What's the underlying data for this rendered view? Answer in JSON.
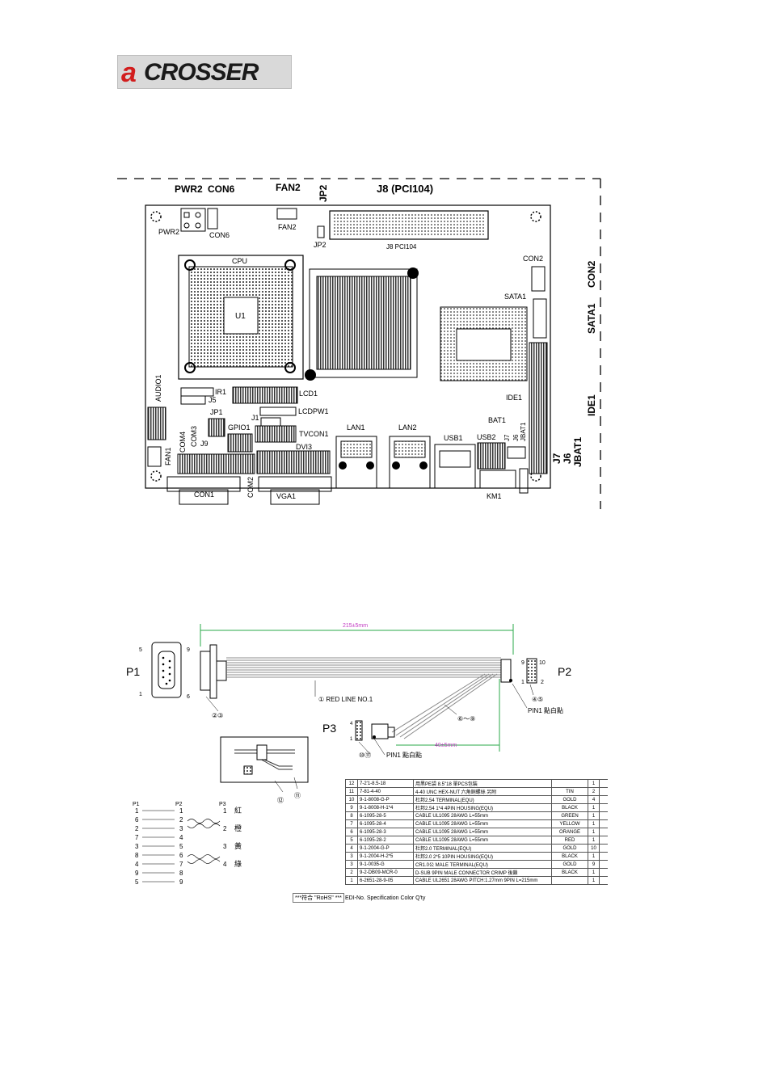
{
  "logo": {
    "first": "a",
    "rest": "CROSSER"
  },
  "board": {
    "top_labels": [
      "PWR2",
      "CON6",
      "FAN2",
      "JP2",
      "J8 (PCI104)"
    ],
    "right_labels": [
      "CON2",
      "SATA1",
      "IDE1",
      "J7",
      "J6",
      "JBAT1"
    ],
    "inner_labels": {
      "pwr2": "PWR2",
      "con6": "CON6",
      "fan2": "FAN2",
      "jp2": "JP2",
      "j8": "J8 PCI104",
      "con2": "CON2",
      "sata1": "SATA1",
      "cpu": "CPU",
      "u1": "U1",
      "ide1": "IDE1",
      "audio1": "AUDIO1",
      "ir1": "IR1",
      "j5": "J5",
      "lcd1": "LCD1",
      "jp1": "JP1",
      "j1": "J1",
      "lcdpw1": "LCDPW1",
      "gpio1": "GPIO1",
      "tvcon1": "TVCON1",
      "com3": "COM3",
      "com4": "COM4",
      "j9": "J9",
      "fan1": "FAN1",
      "dvi3": "DVI3",
      "lan1": "LAN1",
      "lan2": "LAN2",
      "usb1": "USB1",
      "usb2": "USB2",
      "bat1": "BAT1",
      "j7": "J7",
      "j6": "J6",
      "jbat1": "JBAT1",
      "con1": "CON1",
      "com2": "COM2",
      "vga1": "VGA1",
      "km1": "KM1"
    }
  },
  "cable": {
    "length": "215±5mm",
    "p1": "P1",
    "p2": "P2",
    "p3": "P3",
    "p1_pins": [
      "5",
      "9",
      "1",
      "6"
    ],
    "p2_pins": [
      "9",
      "10",
      "1",
      "2"
    ],
    "red_line": "① RED LINE NO.1",
    "callout_23": "②③",
    "callout_45": "④⑤",
    "callout_69": "⑥～⑨",
    "callout_1011": "⑩⑪",
    "callout_12": "⑫",
    "callout_11": "⑪",
    "pin1_p2": "PIN1 點白點",
    "pin1_p3": "PIN1 點白點",
    "branch_len": "40±5mm"
  },
  "pinmap": {
    "headers": [
      "P1",
      "P2",
      "P3"
    ],
    "rows": [
      [
        "1",
        "1",
        "1",
        "紅"
      ],
      [
        "6",
        "2",
        "",
        ""
      ],
      [
        "2",
        "3",
        "2",
        "橙"
      ],
      [
        "7",
        "4",
        "",
        ""
      ],
      [
        "3",
        "5",
        "3",
        "黃"
      ],
      [
        "8",
        "6",
        "",
        ""
      ],
      [
        "4",
        "7",
        "4",
        "綠"
      ],
      [
        "9",
        "8",
        "",
        ""
      ],
      [
        "5",
        "9",
        "",
        ""
      ]
    ]
  },
  "bom": {
    "rows": [
      [
        "12",
        "7-2'1-8.5-18",
        "用黑PE袋 8.5\"18 單PCS包裝",
        "",
        "1"
      ],
      [
        "11",
        "7-81-4-40",
        "4-40 UNC HEX-NUT 六角銅螺絲 另附",
        "TIN",
        "2"
      ],
      [
        "10",
        "9-1-8008-G-P",
        "杜邦2.54 TERMINAL(EQU)",
        "GOLD",
        "4"
      ],
      [
        "9",
        "9-1-8008-H-1*4",
        "杜邦2.54 1*4 4PIN HOUSING(EQU)",
        "BLACK",
        "1"
      ],
      [
        "8",
        "6-1095-28-5",
        "CABLE UL1095 28AWG L=55mm",
        "GREEN",
        "1"
      ],
      [
        "7",
        "6-1095-28-4",
        "CABLE UL1095 28AWG L=55mm",
        "YELLOW",
        "1"
      ],
      [
        "6",
        "6-1095-28-3",
        "CABLE UL1095 28AWG L=55mm",
        "ORANGE",
        "1"
      ],
      [
        "5",
        "6-1095-28-2",
        "CABLE UL1095 28AWG L=55mm",
        "RED",
        "1"
      ],
      [
        "4",
        "9-1-2004-G-P",
        "杜邦2.0 TERMINAL(EQU)",
        "GOLD",
        "10"
      ],
      [
        "3",
        "9-1-2004-H-2*5",
        "杜邦2.0 2*5 10PIN HOUSING(EQU)",
        "BLACK",
        "1"
      ],
      [
        "3",
        "9-1-0035-G",
        "CR1.0公 MALE TERMINAL(EQU)",
        "GOLD",
        "9"
      ],
      [
        "2",
        "9-2-DB09-MCR-0",
        "D-SUB 9PIN MALE CONNECTOR CRIMP 後鎖",
        "BLACK",
        "1"
      ],
      [
        "1",
        "6-2651-28-9-05",
        "CABLE UL2651 28AWG PITCH:1.27mm 9PIN L=215mm",
        "",
        "1"
      ]
    ],
    "rohs": "***符合 \"RoHS\" ***",
    "header_partial": "EDI-No.                                    Specification                          Color   Q'ty"
  }
}
